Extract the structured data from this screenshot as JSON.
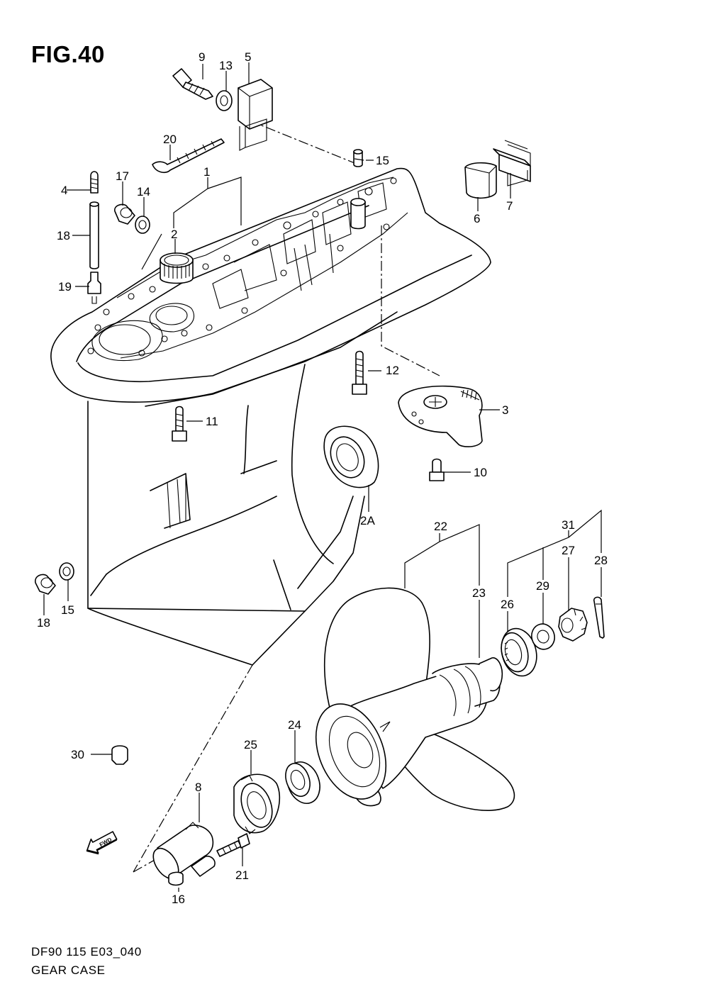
{
  "figure": {
    "title": "FIG.40",
    "code": "DF90 115 E03_040",
    "name": "GEAR CASE"
  },
  "callouts": [
    "1",
    "2",
    "2A",
    "3",
    "4",
    "5",
    "6",
    "7",
    "8",
    "9",
    "10",
    "11",
    "12",
    "13",
    "14",
    "14",
    "15",
    "16",
    "17",
    "17",
    "18",
    "19",
    "20",
    "21",
    "22",
    "23",
    "24",
    "25",
    "26",
    "27",
    "28",
    "29",
    "30",
    "31"
  ],
  "fwd_label": "FWD"
}
